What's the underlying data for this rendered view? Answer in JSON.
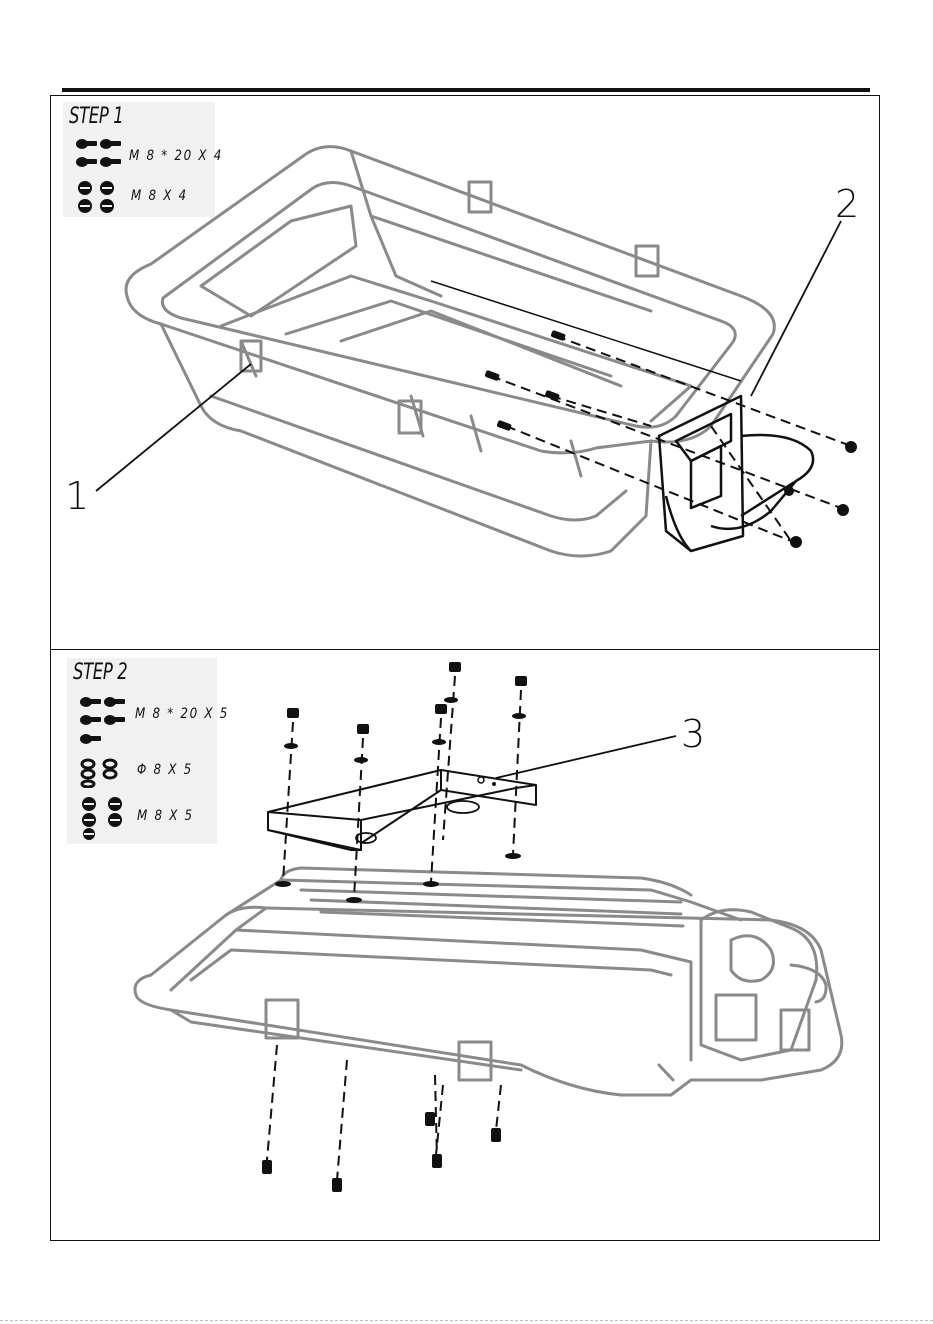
{
  "step1": {
    "title": "STEP 1",
    "hardware": [
      {
        "icon": "bolt-icon",
        "spec": "M 8 * 20  X  4"
      },
      {
        "icon": "nut-icon",
        "spec": "M 8  X  4"
      }
    ],
    "callouts": [
      "1",
      "2"
    ]
  },
  "step2": {
    "title": "STEP 2",
    "hardware": [
      {
        "icon": "bolt-icon",
        "spec": "M 8 * 20  X 5"
      },
      {
        "icon": "washer-icon",
        "spec": "Φ  8  X  5"
      },
      {
        "icon": "nut-icon",
        "spec": "M 8  X  5"
      }
    ],
    "callouts": [
      "3"
    ]
  },
  "colors": {
    "ink": "#111111",
    "part_outline": "#8a8a8a",
    "panel_bg": "#f1f1f1"
  }
}
